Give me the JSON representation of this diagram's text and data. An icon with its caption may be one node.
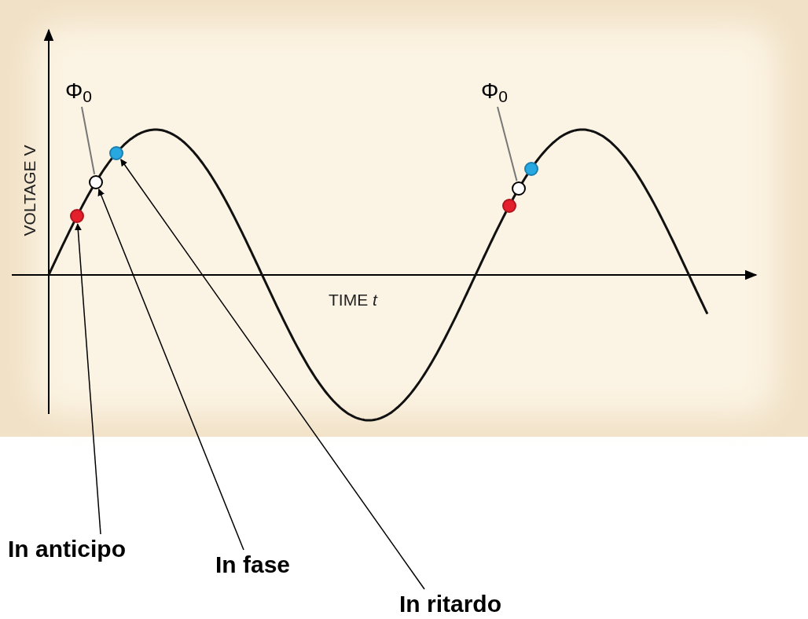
{
  "diagram": {
    "nodes": [
      {
        "text": [
          "In anticipo"
        ]
      },
      {
        "text": [
          "In fase"
        ]
      },
      {
        "text": [
          "In ritardo"
        ]
      },
      {
        "text": [],
        "shape": "circle"
      },
      {
        "text": [],
        "shape": "circle"
      },
      {
        "text": [],
        "shape": "circle"
      },
      {
        "text": [
          "Φ$_{0}$"
        ]
      },
      {
        "text": [
          "Φ$_{0}$"
        ]
      },
      {
        "text": [],
        "shape": "circle"
      },
      {
        "text": [],
        "shape": "circle"
      },
      {
        "text": [],
        "shape": "circle"
      }
    ],
    "edges": [
      {
        "from": 0,
        "to": 3,
        "arrow": "to"
      },
      {
        "from": 1,
        "to": 4,
        "arrow": "to"
      },
      {
        "from": 2,
        "to": 5,
        "arrow": "to"
      },
      {
        "from": 6,
        "to": 4,
        "arrow": "none",
        "color": "#777777"
      },
      {
        "from": 7,
        "to": 9,
        "arrow": "none",
        "color": "#777777"
      }
    ],
    "labels": [
      "VOLTAGE V",
      "TIME *t*"
    ]
  }
}
